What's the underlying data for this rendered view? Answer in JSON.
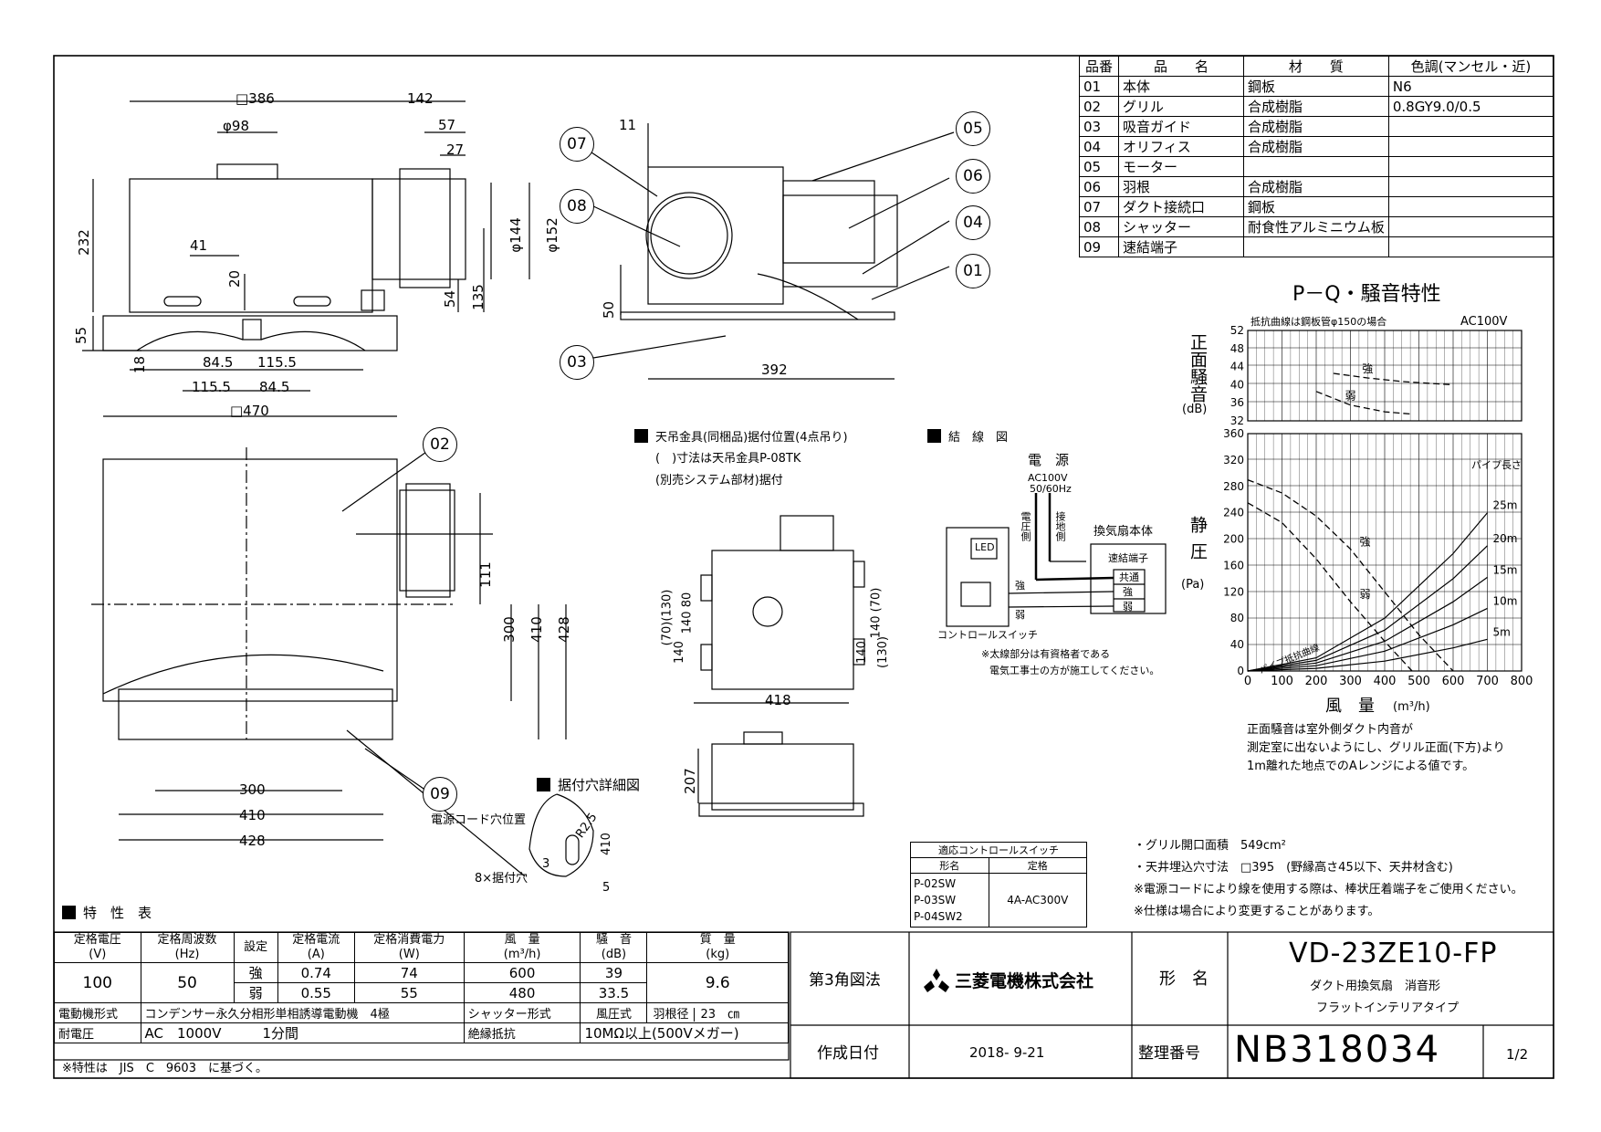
{
  "parts_table": {
    "headers": [
      "品番",
      "品　　名",
      "材　　質",
      "色調(マンセル・近)"
    ],
    "rows": [
      [
        "01",
        "本体",
        "鋼板",
        "N6"
      ],
      [
        "02",
        "グリル",
        "合成樹脂",
        "0.8GY9.0/0.5"
      ],
      [
        "03",
        "吸音ガイド",
        "合成樹脂",
        ""
      ],
      [
        "04",
        "オリフィス",
        "合成樹脂",
        ""
      ],
      [
        "05",
        "モーター",
        "",
        ""
      ],
      [
        "06",
        "羽根",
        "合成樹脂",
        ""
      ],
      [
        "07",
        "ダクト接続口",
        "鋼板",
        ""
      ],
      [
        "08",
        "シャッター",
        "耐食性アルミニウム板",
        ""
      ],
      [
        "09",
        "速結端子",
        "",
        ""
      ]
    ]
  },
  "front_view": {
    "dims": [
      "□386",
      "142",
      "φ98",
      "57",
      "27",
      "232",
      "φ144",
      "φ152",
      "41",
      "20",
      "54",
      "135",
      "55",
      "18",
      "84.5",
      "115.5",
      "115.5",
      "84.5",
      "□470"
    ]
  },
  "side_view": {
    "dims": [
      "11",
      "50",
      "392"
    ],
    "callouts": [
      "07",
      "08",
      "05",
      "06",
      "04",
      "01",
      "03"
    ]
  },
  "bottom_view": {
    "callouts": [
      "02",
      "09"
    ],
    "dims": [
      "111",
      "300",
      "410",
      "428",
      "300",
      "410",
      "428"
    ],
    "cord_label": "電源コード穴位置",
    "hole_label": "8×据付穴"
  },
  "detail": {
    "title": "据付穴詳細図",
    "dims": [
      "R2.5",
      "410",
      "3",
      "5"
    ]
  },
  "hanger": {
    "title": "天吊金具(同梱品)据付位置(4点吊り)",
    "line2": "(　)寸法は天吊金具P-08TK",
    "line3": "(別売システム部材)据付",
    "dims_left": "(70)(130)",
    "dims_left2": "140 80",
    "dims_left3": "140",
    "dims_right": "140 (70)",
    "dims_right2": "(130)",
    "dims_right3": "140",
    "width": "418",
    "height": "207"
  },
  "wiring": {
    "title": "結　線　図",
    "power": "電　源",
    "voltage": "AC100V",
    "freq": "50/60Hz",
    "live": "電圧側",
    "ground": "接地側",
    "unit": "換気扇本体",
    "terminal": "速結端子",
    "t_common": "共通",
    "t_strong": "強",
    "t_weak": "弱",
    "sw_strong": "強",
    "sw_weak": "弱",
    "led": "LED",
    "switch_label": "コントロールスイッチ",
    "note1": "※太線部分は有資格者である",
    "note2": "電気工事士の方が施工してください。"
  },
  "switch_table": {
    "title": "適応コントロールスイッチ",
    "h1": "形名",
    "h2": "定格",
    "models": [
      "P-02SW",
      "P-03SW",
      "P-04SW2"
    ],
    "rating": "4A-AC300V"
  },
  "chart_data": {
    "type": "line",
    "title": "P－Q・騒音特性",
    "subtitle": "抵抗曲線は鋼板管φ150の場合",
    "voltage": "AC100V",
    "noise_ylabel": "正面騒音",
    "noise_unit": "(dB)",
    "noise_ylim": [
      32,
      52
    ],
    "noise_ticks": [
      "52",
      "48",
      "44",
      "40",
      "36",
      "32"
    ],
    "pressure_ylabel": "静圧",
    "pressure_unit": "(Pa)",
    "ylim": [
      0,
      360
    ],
    "y_ticks": [
      "360",
      "320",
      "280",
      "240",
      "200",
      "160",
      "120",
      "80",
      "40",
      "0"
    ],
    "xlim": [
      0,
      800
    ],
    "x_ticks": [
      "0",
      "100",
      "200",
      "300",
      "400",
      "500",
      "600",
      "700",
      "800"
    ],
    "xlabel": "風　量",
    "xunit": "(m³/h)",
    "pipe_label": "パイプ長さ",
    "resistance_label": "パイプ抵抗曲線",
    "series": [
      {
        "name": "強",
        "kind": "noise",
        "dash": true,
        "x": [
          250,
          350,
          450,
          550,
          600
        ],
        "y": [
          42.5,
          41.5,
          40.7,
          40.2,
          40
        ]
      },
      {
        "name": "弱",
        "kind": "noise",
        "dash": true,
        "x": [
          200,
          300,
          400,
          480
        ],
        "y": [
          38.5,
          35.5,
          34,
          33.5
        ]
      },
      {
        "name": "強",
        "kind": "pq",
        "dash": true,
        "x": [
          0,
          100,
          200,
          300,
          400,
          500,
          600
        ],
        "y": [
          290,
          270,
          235,
          185,
          120,
          55,
          0
        ]
      },
      {
        "name": "弱",
        "kind": "pq",
        "dash": true,
        "x": [
          0,
          100,
          200,
          300,
          400,
          480
        ],
        "y": [
          255,
          225,
          170,
          105,
          45,
          0
        ]
      },
      {
        "name": "5m",
        "kind": "resistance",
        "x": [
          0,
          200,
          400,
          600,
          700
        ],
        "y": [
          0,
          4,
          15,
          35,
          48
        ]
      },
      {
        "name": "10m",
        "kind": "resistance",
        "x": [
          0,
          200,
          400,
          600,
          700
        ],
        "y": [
          0,
          8,
          30,
          70,
          95
        ]
      },
      {
        "name": "15m",
        "kind": "resistance",
        "x": [
          0,
          200,
          400,
          600,
          700
        ],
        "y": [
          0,
          12,
          45,
          105,
          142
        ]
      },
      {
        "name": "20m",
        "kind": "resistance",
        "x": [
          0,
          200,
          400,
          600,
          700
        ],
        "y": [
          0,
          16,
          62,
          140,
          190
        ]
      },
      {
        "name": "25m",
        "kind": "resistance",
        "x": [
          0,
          200,
          400,
          600,
          700
        ],
        "y": [
          0,
          20,
          80,
          178,
          240
        ]
      }
    ],
    "note1": "正面騒音は室外側ダクト内音が",
    "note2": "測定室に出ないようにし、グリル正面(下方)より",
    "note3": "1m離れた地点でのAレンジによる値です。"
  },
  "notes": [
    "・グリル開口面積　549cm²",
    "・天井埋込穴寸法　□395　(野縁高さ45以下、天井材含む)",
    "※電源コードにより線を使用する際は、棒状圧着端子をご使用ください。",
    "※仕様は場合により変更することがあります。"
  ],
  "spec": {
    "title": "特　性　表",
    "headers": [
      [
        "定格電圧",
        "(V)"
      ],
      [
        "定格周波数",
        "(Hz)"
      ],
      [
        "設定",
        ""
      ],
      [
        "定格電流",
        "(A)"
      ],
      [
        "定格消費電力",
        "(W)"
      ],
      [
        "風　量",
        "(m³/h)"
      ],
      [
        "騒　音",
        "(dB)"
      ],
      [
        "質　量",
        "(kg)"
      ]
    ],
    "voltage": "100",
    "frequency": "50",
    "rows": [
      [
        "強",
        "0.74",
        "74",
        "600",
        "39"
      ],
      [
        "弱",
        "0.55",
        "55",
        "480",
        "33.5"
      ]
    ],
    "mass": "9.6",
    "motor_label": "電動機形式",
    "motor": "コンデンサー永久分相形単相誘導電動機　4極",
    "shutter_label": "シャッター形式",
    "shutter": "風圧式",
    "blade_label": "羽根径",
    "blade": "23　㎝",
    "withstand_label": "耐電圧",
    "withstand": "AC　1000V　　　1分間",
    "insulation_label": "絶縁抵抗",
    "insulation": "10MΩ以上(500Vメガー)",
    "footnote": "※特性は　JIS　C　9603　に基づく。"
  },
  "title_block": {
    "projection": "第3角図法",
    "company": "三菱電機株式会社",
    "model_label": "形　名",
    "model": "VD-23ZE10-FP",
    "desc1": "ダクト用換気扇　消音形",
    "desc2": "フラットインテリアタイプ",
    "date_label": "作成日付",
    "date": "2018- 9-21",
    "number_label": "整理番号",
    "number": "NB318034",
    "page": "1/2"
  }
}
